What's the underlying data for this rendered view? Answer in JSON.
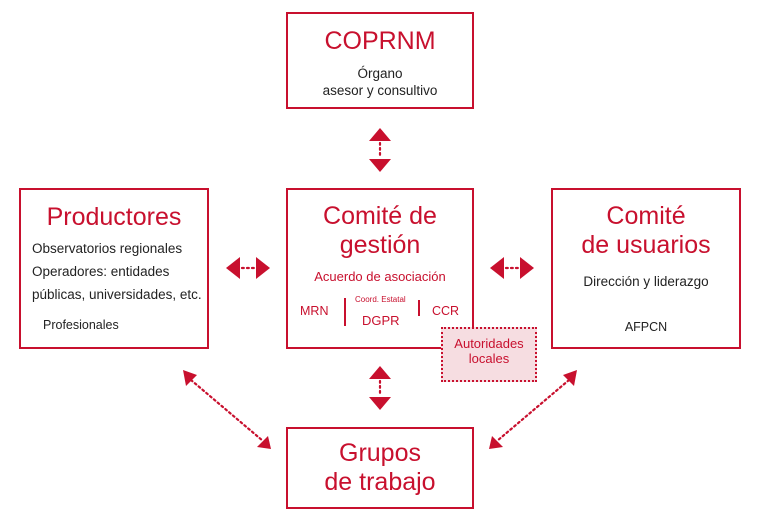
{
  "coprnm": {
    "title": "COPRNM",
    "line1": "Órgano",
    "line2": "asesor y consultivo"
  },
  "productores": {
    "title": "Productores",
    "line1": "Observatorios regionales",
    "line2": "Operadores: entidades",
    "line3": "públicas, universidades, etc.",
    "line4": "Profesionales"
  },
  "comite_gestion": {
    "title_line1": "Comité de",
    "title_line2": "gestión",
    "subtitle": "Acuerdo de asociación",
    "mrn": "MRN",
    "coord": "Coord. Estatal",
    "dgpr": "DGPR",
    "ccr": "CCR",
    "autoridades_line1": "Autoridades",
    "autoridades_line2": "locales"
  },
  "comite_usuarios": {
    "title_line1": "Comité",
    "title_line2": "de usuarios",
    "line1": "Dirección y liderazgo",
    "line2": "AFPCN"
  },
  "grupos": {
    "title_line1": "Grupos",
    "title_line2": "de trabajo"
  },
  "colors": {
    "accent": "#c8102e",
    "highlight_fill": "#f6dde1",
    "text": "#222222"
  }
}
